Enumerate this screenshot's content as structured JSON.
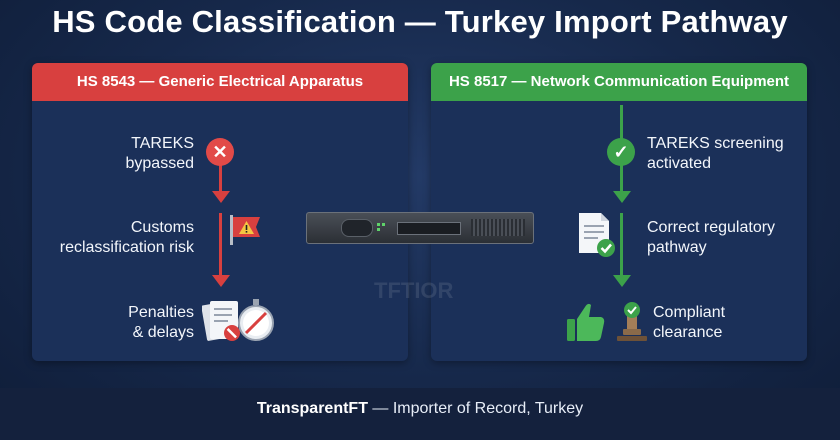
{
  "title": "HS Code Classification — Turkey Import Pathway",
  "left_panel": {
    "header": "HS 8543 — Generic Electrical Apparatus",
    "color": "#d8403f",
    "steps": [
      {
        "label_line1": "TAREKS",
        "label_line2": "bypassed",
        "icon": "x-circle-icon"
      },
      {
        "label_line1": "Customs",
        "label_line2": "reclassification risk",
        "icon": "warning-flag-icon"
      },
      {
        "label_line1": "Penalties",
        "label_line2": "& delays",
        "icon": "documents-stopwatch-icon"
      }
    ]
  },
  "right_panel": {
    "header": "HS 8517 — Network Communication Equipment",
    "color": "#3ca24a",
    "steps": [
      {
        "label_line1": "TAREKS screening",
        "label_line2": "activated",
        "icon": "check-circle-icon"
      },
      {
        "label_line1": "Correct regulatory",
        "label_line2": "pathway",
        "icon": "document-check-icon"
      },
      {
        "label_line1": "Compliant",
        "label_line2": "clearance",
        "icon": "thumbs-up-stamp-icon"
      }
    ]
  },
  "center_image": {
    "icon": "network-switch-icon",
    "watermark": "TFTIOR"
  },
  "footer": {
    "brand": "TransparentFT",
    "text": " — Importer of Record, Turkey"
  }
}
